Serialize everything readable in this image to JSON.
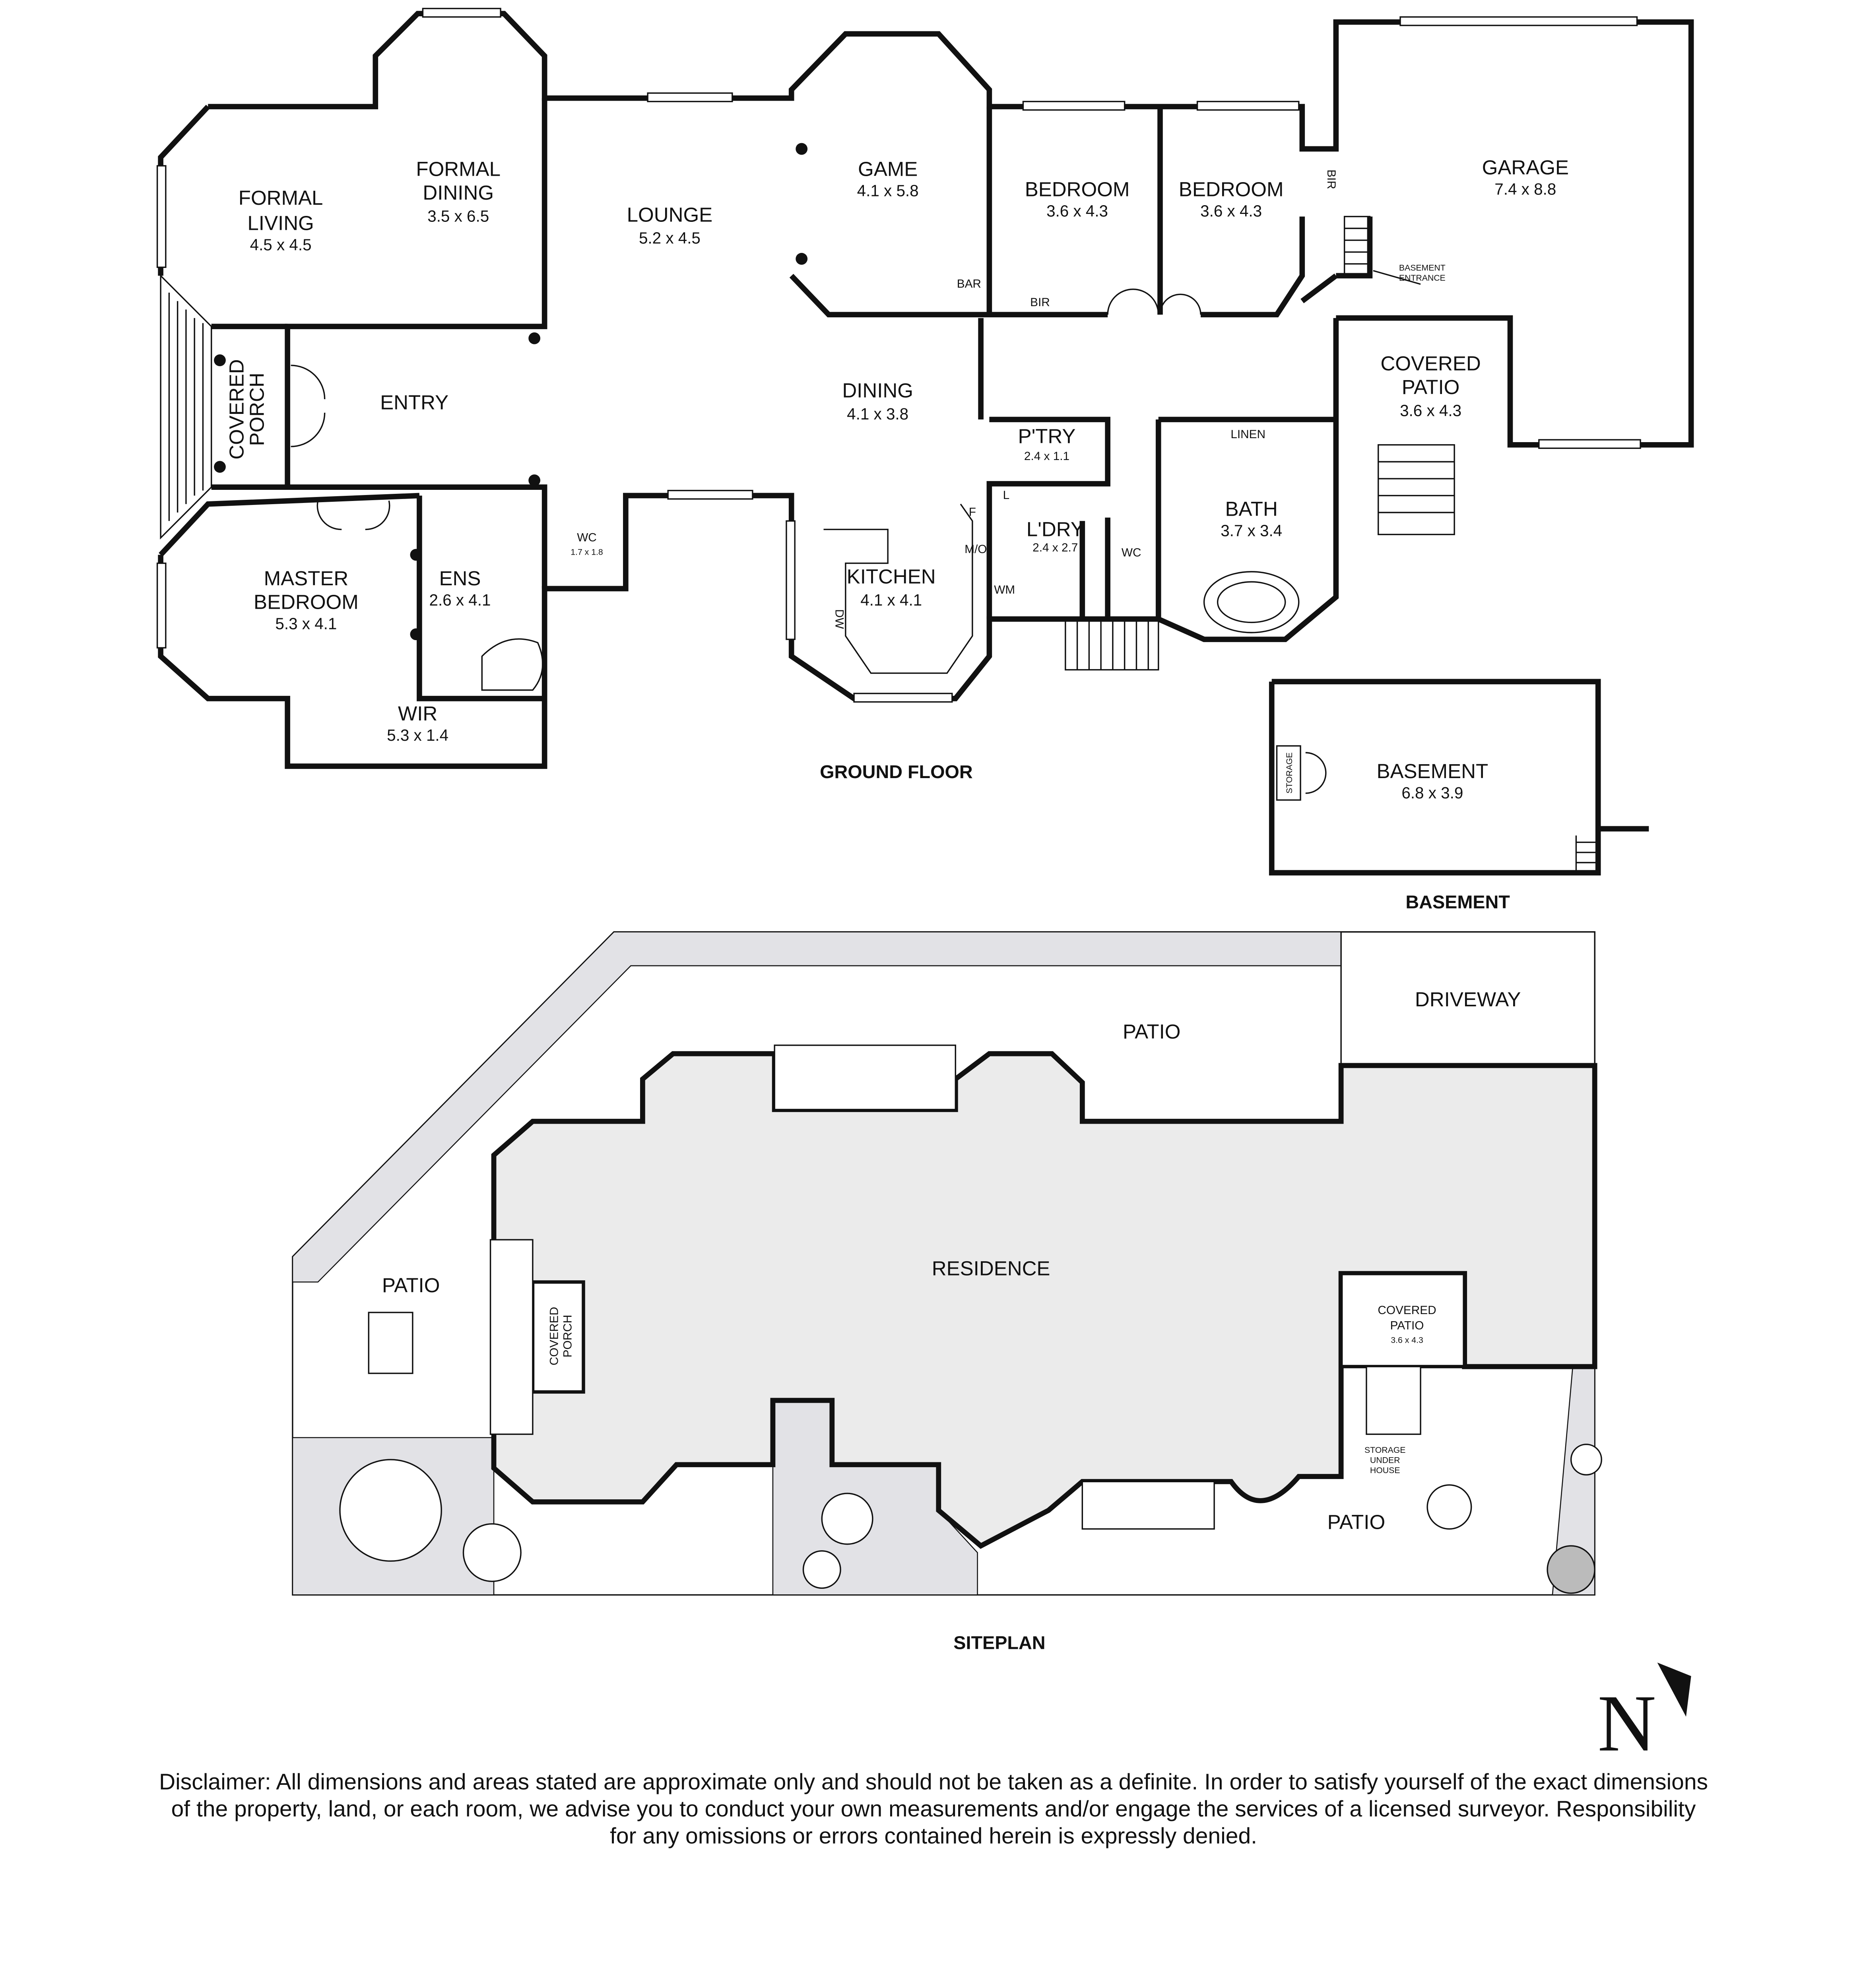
{
  "ground_floor": {
    "title": "GROUND FLOOR",
    "rooms": {
      "formal_living": {
        "lines": [
          "FORMAL",
          "LIVING"
        ],
        "dims": "4.5 x 4.5"
      },
      "formal_dining": {
        "lines": [
          "FORMAL",
          "DINING"
        ],
        "dims": "3.5 x 6.5"
      },
      "lounge": {
        "lines": [
          "LOUNGE"
        ],
        "dims": "5.2 x 4.5"
      },
      "game": {
        "lines": [
          "GAME"
        ],
        "dims": "4.1 x 5.8"
      },
      "bedroom_1": {
        "lines": [
          "BEDROOM"
        ],
        "dims": "3.6 x 4.3"
      },
      "bedroom_2": {
        "lines": [
          "BEDROOM"
        ],
        "dims": "3.6 x 4.3"
      },
      "garage": {
        "lines": [
          "GARAGE"
        ],
        "dims": "7.4 x 8.8"
      },
      "entry": {
        "lines": [
          "ENTRY"
        ]
      },
      "covered_porch": {
        "lines": [
          "COVERED",
          "PORCH"
        ]
      },
      "master_bedroom": {
        "lines": [
          "MASTER",
          "BEDROOM"
        ],
        "dims": "5.3 x 4.1"
      },
      "ens": {
        "lines": [
          "ENS"
        ],
        "dims": "2.6 x 4.1"
      },
      "wc_1": {
        "lines": [
          "WC"
        ],
        "dims": "1.7 x 1.8"
      },
      "wir": {
        "lines": [
          "WIR"
        ],
        "dims": "5.3 x 1.4"
      },
      "dining": {
        "lines": [
          "DINING"
        ],
        "dims": "4.1 x 3.8"
      },
      "pantry": {
        "lines": [
          "P'TRY"
        ],
        "dims": "2.4 x 1.1"
      },
      "laundry": {
        "lines": [
          "L'DRY"
        ],
        "dims": "2.4 x 2.7"
      },
      "wc_2": {
        "lines": [
          "WC"
        ]
      },
      "kitchen": {
        "lines": [
          "KITCHEN"
        ],
        "dims": "4.1 x 4.1"
      },
      "bath": {
        "lines": [
          "BATH"
        ],
        "dims": "3.7 x 3.4"
      },
      "covered_patio": {
        "lines": [
          "COVERED",
          "PATIO"
        ],
        "dims": "3.6 x 4.3"
      }
    },
    "fixtures": {
      "bar": "BAR",
      "bir_1": "BIR",
      "bir_2": "BIR",
      "linen": "LINEN",
      "basement_entrance": [
        "BASEMENT",
        "ENTRANCE"
      ],
      "fridge": "F",
      "l": "L",
      "microwave": "M/O",
      "washing_machine": "WM",
      "dishwasher": "DW"
    }
  },
  "basement": {
    "title": "BASEMENT",
    "room": {
      "lines": [
        "BASEMENT"
      ],
      "dims": "6.8 x 3.9"
    },
    "storage": "STORAGE"
  },
  "siteplan": {
    "title": "SITEPLAN",
    "patio_top": "PATIO",
    "driveway": "DRIVEWAY",
    "patio_left": "PATIO",
    "residence": "RESIDENCE",
    "covered_porch": [
      "COVERED",
      "PORCH"
    ],
    "covered_patio": {
      "lines": [
        "COVERED",
        "PATIO"
      ],
      "dims": "3.6 x 4.3"
    },
    "storage_under_house": [
      "STORAGE",
      "UNDER",
      "HOUSE"
    ],
    "patio_bottom": "PATIO"
  },
  "north_arrow": {
    "letter": "N",
    "icon": "north-arrow-icon"
  },
  "disclaimer": [
    "Disclaimer: All dimensions and areas stated are approximate only and should not be taken as a definite. In order to satisfy yourself of the exact dimensions",
    "of the property, land, or each room, we advise you to conduct your own measurements and/or engage the services of a licensed surveyor. Responsibility",
    "for any omissions or errors contained herein is expressly denied."
  ],
  "colors": {
    "wall": "#111111",
    "site_fill": "#ebebeb",
    "garden_fill": "#e2e2e6"
  }
}
